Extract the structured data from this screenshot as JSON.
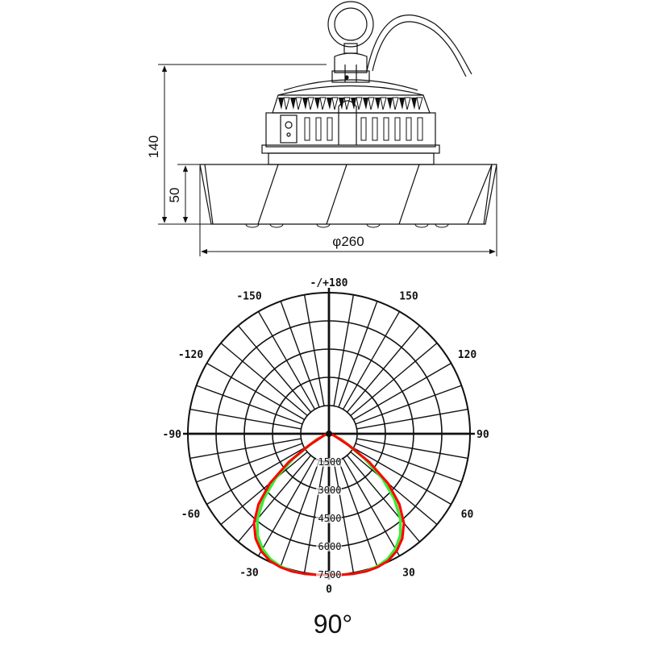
{
  "drawing": {
    "dim_height_total": "140",
    "dim_height_shade": "50",
    "dim_diameter": "φ260"
  },
  "polar": {
    "angle_labels": [
      {
        "angle": 180,
        "text": "-/+180"
      },
      {
        "angle": -150,
        "text": "-150"
      },
      {
        "angle": 150,
        "text": "150"
      },
      {
        "angle": -120,
        "text": "-120"
      },
      {
        "angle": 120,
        "text": "120"
      },
      {
        "angle": -90,
        "text": "-90"
      },
      {
        "angle": 90,
        "text": "90"
      },
      {
        "angle": -60,
        "text": "-60"
      },
      {
        "angle": 60,
        "text": "60"
      },
      {
        "angle": -30,
        "text": "-30"
      },
      {
        "angle": 30,
        "text": "30"
      },
      {
        "angle": 0,
        "text": "0"
      }
    ],
    "ring_labels": [
      "1500",
      "3000",
      "4500",
      "6000",
      "7500"
    ],
    "beam_label": "90°",
    "colors": {
      "c0": "#ff0000",
      "c90": "#33ee33",
      "c45": "#b89c5a"
    }
  },
  "chart_data": {
    "type": "polar",
    "rmax": 7500,
    "series": [
      {
        "color": "#ff0000",
        "points": [
          [
            -90,
            0
          ],
          [
            -80,
            80
          ],
          [
            -70,
            300
          ],
          [
            -60,
            1200
          ],
          [
            -55,
            2600
          ],
          [
            -50,
            4100
          ],
          [
            -45,
            5300
          ],
          [
            -40,
            6200
          ],
          [
            -35,
            6800
          ],
          [
            -30,
            7200
          ],
          [
            -25,
            7450
          ],
          [
            -20,
            7550
          ],
          [
            -15,
            7580
          ],
          [
            -10,
            7560
          ],
          [
            -5,
            7530
          ],
          [
            0,
            7500
          ],
          [
            5,
            7530
          ],
          [
            10,
            7560
          ],
          [
            15,
            7580
          ],
          [
            20,
            7550
          ],
          [
            25,
            7450
          ],
          [
            30,
            7200
          ],
          [
            35,
            6800
          ],
          [
            40,
            6200
          ],
          [
            45,
            5300
          ],
          [
            50,
            4100
          ],
          [
            55,
            2600
          ],
          [
            60,
            1200
          ],
          [
            70,
            300
          ],
          [
            80,
            80
          ],
          [
            90,
            0
          ]
        ]
      },
      {
        "color": "#33ee33",
        "points": [
          [
            -90,
            0
          ],
          [
            -80,
            80
          ],
          [
            -70,
            300
          ],
          [
            -60,
            1100
          ],
          [
            -55,
            2300
          ],
          [
            -50,
            3700
          ],
          [
            -45,
            4900
          ],
          [
            -40,
            5900
          ],
          [
            -35,
            6600
          ],
          [
            -30,
            7050
          ],
          [
            -25,
            7350
          ],
          [
            -20,
            7500
          ],
          [
            -15,
            7560
          ],
          [
            -10,
            7560
          ],
          [
            -5,
            7520
          ],
          [
            0,
            7500
          ],
          [
            5,
            7520
          ],
          [
            10,
            7560
          ],
          [
            15,
            7560
          ],
          [
            20,
            7500
          ],
          [
            25,
            7350
          ],
          [
            30,
            7050
          ],
          [
            35,
            6600
          ],
          [
            40,
            5900
          ],
          [
            45,
            4900
          ],
          [
            50,
            3700
          ],
          [
            55,
            2300
          ],
          [
            60,
            1100
          ],
          [
            70,
            300
          ],
          [
            80,
            80
          ],
          [
            90,
            0
          ]
        ]
      },
      {
        "color": "#b89c5a",
        "points": [
          [
            -90,
            0
          ],
          [
            -80,
            150
          ],
          [
            -70,
            700
          ],
          [
            -60,
            1500
          ],
          [
            -55,
            2700
          ],
          [
            -50,
            4000
          ],
          [
            -45,
            5100
          ],
          [
            -40,
            6000
          ],
          [
            -35,
            6700
          ],
          [
            -30,
            7100
          ],
          [
            -25,
            7400
          ],
          [
            -20,
            7530
          ],
          [
            -15,
            7560
          ],
          [
            -10,
            7550
          ],
          [
            -5,
            7520
          ],
          [
            0,
            7500
          ],
          [
            5,
            7520
          ],
          [
            10,
            7550
          ],
          [
            15,
            7560
          ],
          [
            20,
            7530
          ],
          [
            25,
            7400
          ],
          [
            30,
            7100
          ],
          [
            35,
            6700
          ],
          [
            40,
            6000
          ],
          [
            45,
            5100
          ],
          [
            50,
            4000
          ],
          [
            55,
            2700
          ],
          [
            60,
            1500
          ],
          [
            70,
            700
          ],
          [
            80,
            150
          ],
          [
            90,
            0
          ]
        ]
      }
    ]
  }
}
